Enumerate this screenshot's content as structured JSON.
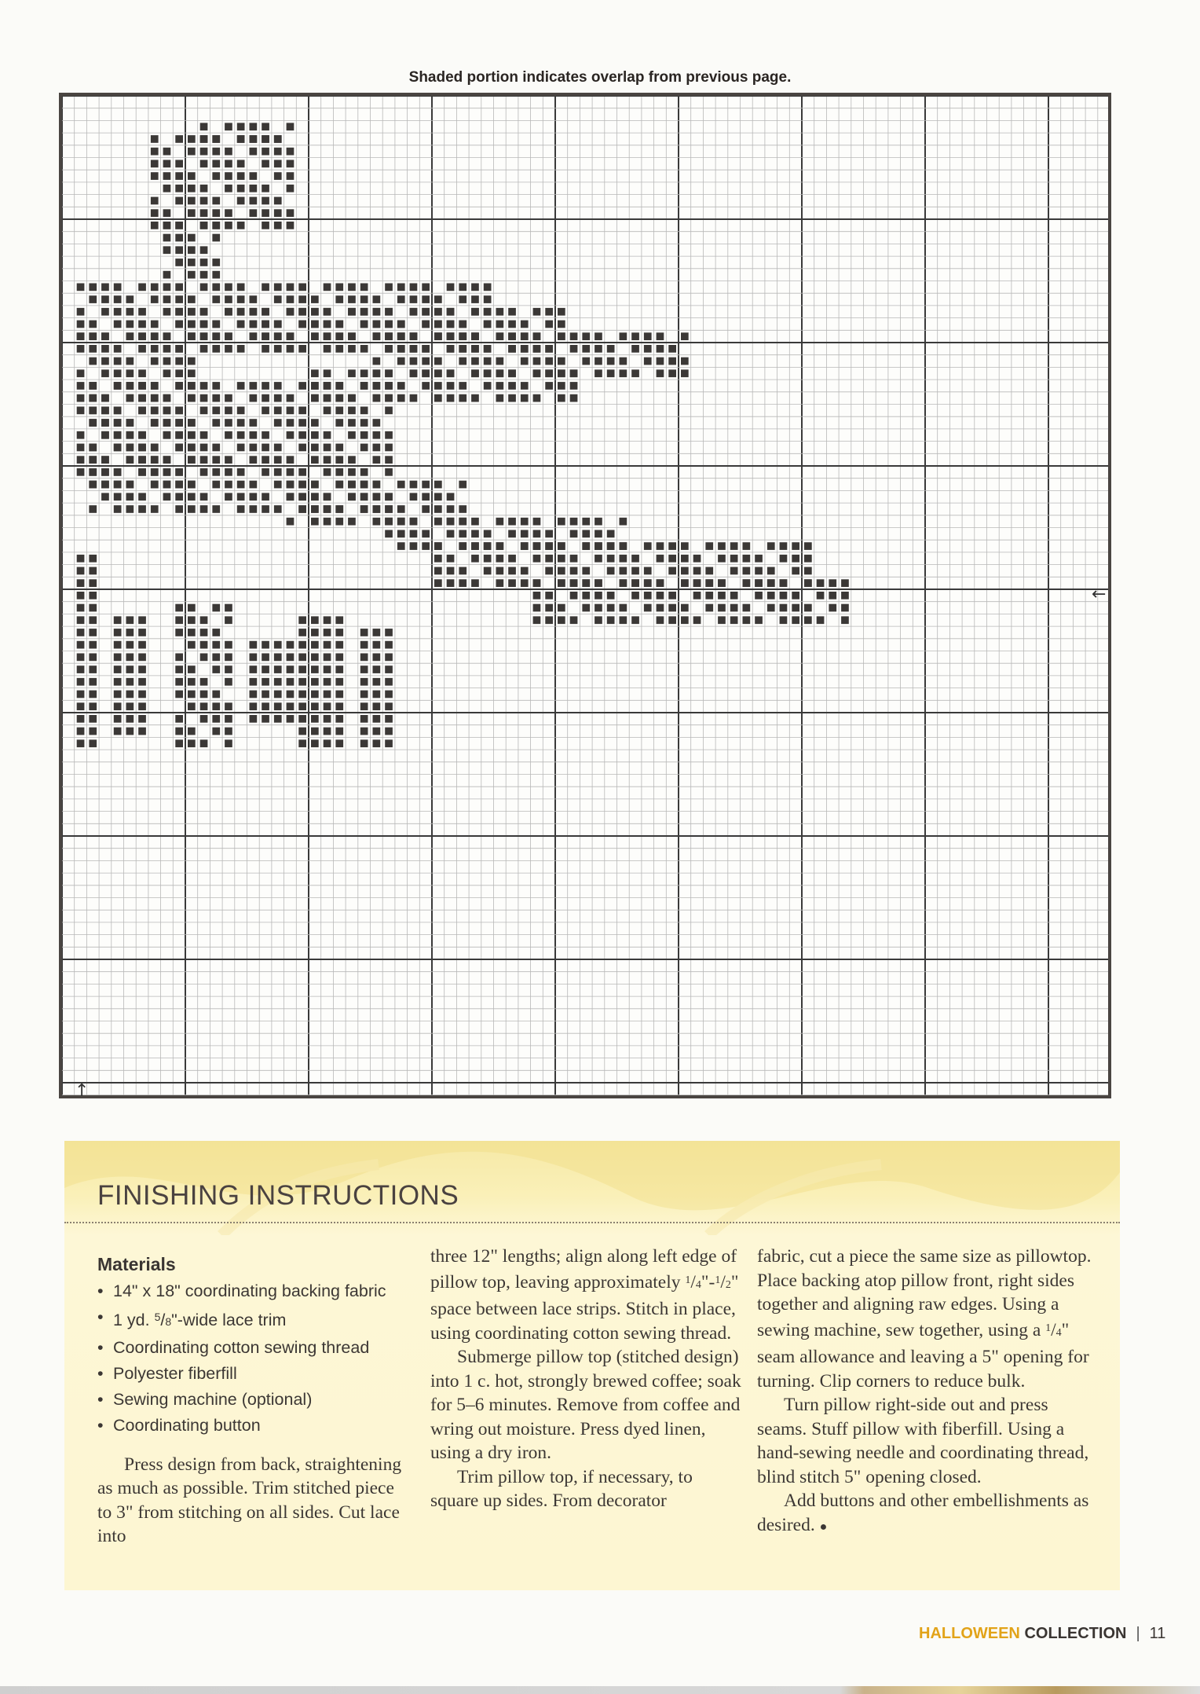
{
  "chart": {
    "caption": "Shaded portion indicates overlap from previous page.",
    "arrow_right": "←",
    "arrow_up": "↑"
  },
  "instructions": {
    "title": "FINISHING INSTRUCTIONS",
    "materials_heading": "Materials",
    "materials": [
      "14\" x 18\" coordinating backing fabric",
      "Coordinating cotton sewing thread",
      "Polyester fiberfill",
      "Sewing machine (optional)",
      "Coordinating button"
    ],
    "lace_item": {
      "prefix": "1 yd. ",
      "num": "5",
      "den": "8",
      "suffix": "\"-wide lace trim"
    },
    "col1_para": "Press design from back, straightening as much as possible. Trim stitched piece to 3\" from stitching on all sides. Cut lace into",
    "col2_para1": {
      "start": "three 12\" lengths; align along left edge of pillow top, leaving approximately ",
      "a_num": "1",
      "a_den": "4",
      "mid": "\"-",
      "b_num": "1",
      "b_den": "2",
      "end": "\" space between lace strips. Stitch in place, using coordinating cotton sewing thread."
    },
    "col2_para2": "Submerge pillow top (stitched design) into 1 c. hot, strongly brewed coffee; soak for 5–6 minutes. Remove from coffee and wring out moisture. Press dyed linen, using a dry iron.",
    "col2_para3": "Trim pillow top, if necessary, to square up sides. From decorator",
    "col3_para1": {
      "start": "fabric, cut a piece the same size as pillowtop. Place backing atop pillow front, right sides together and aligning raw edges. Using a sewing machine, sew together, using a ",
      "num": "1",
      "den": "4",
      "end": "\" seam allowance and leaving a 5\" opening for turning.  Clip corners to reduce bulk."
    },
    "col3_para2": "Turn pillow right-side out and press seams. Stuff pillow with fiberfill. Using a hand-sewing needle and coordinating thread, blind stitch 5\" opening closed.",
    "col3_para3": "Add buttons and other embellishments as desired.",
    "end_mark": "●"
  },
  "footer": {
    "brand_colored": "HALLOWEEN",
    "brand_dark": " COLLECTION",
    "separator": "|",
    "page_number": "11"
  }
}
